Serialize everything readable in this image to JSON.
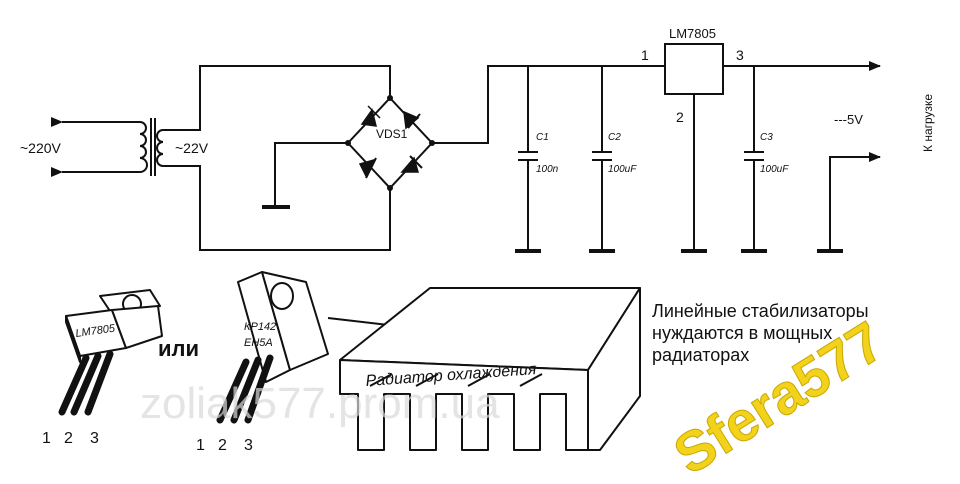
{
  "schematic": {
    "mains_label": "~220V",
    "secondary_label": "~22V",
    "bridge_label": "VDS1",
    "regulator_label": "LM7805",
    "pin1": "1",
    "pin2": "2",
    "pin3": "3",
    "c1_name": "C1",
    "c1_value": "100n",
    "c2_name": "C2",
    "c2_value": "100uF",
    "c3_name": "C3",
    "c3_value": "100uF",
    "output_label": "---5V",
    "load_label": "К нагрузке"
  },
  "packages": {
    "to220_label": "LM7805",
    "or_label": "или",
    "to126_label_line1": "КР142",
    "to126_label_line2": "ЕН5А",
    "pins_a": [
      "1",
      "2",
      "3"
    ],
    "pins_b": [
      "1",
      "2",
      "3"
    ]
  },
  "heatsink": {
    "label": "Радиатор охлаждения"
  },
  "note": {
    "line1": "Линейные стабилизаторы",
    "line2": "нуждаются в мощных",
    "line3": "радиаторах"
  },
  "watermarks": {
    "shop": "zoliak577.prom.ua",
    "brand": "Sfera577"
  },
  "colors": {
    "line": "#111111",
    "brand": "#f2d21a"
  }
}
